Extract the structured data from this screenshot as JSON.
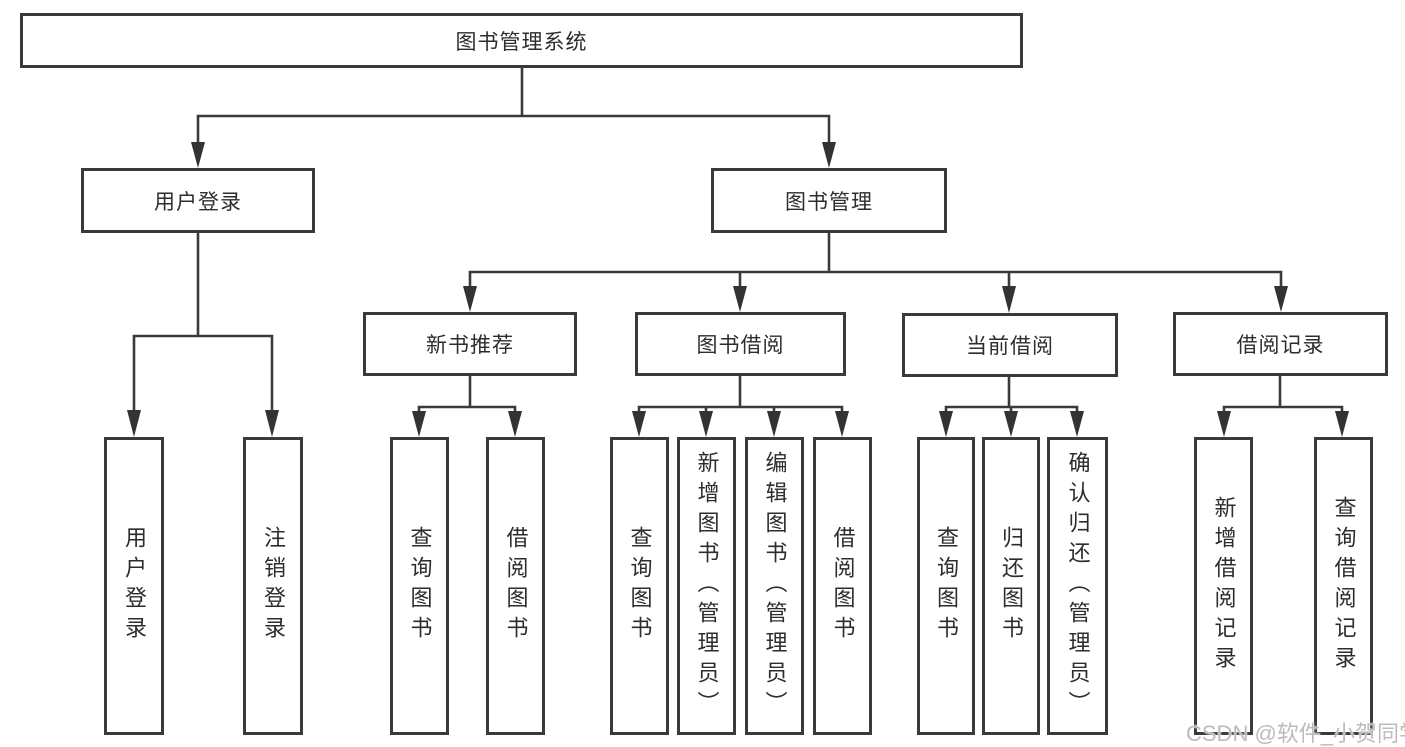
{
  "diagram": {
    "tree": {
      "label": "图书管理系统",
      "children": [
        {
          "label": "用户登录",
          "children": [
            {
              "label": "用户登录"
            },
            {
              "label": "注销登录"
            }
          ]
        },
        {
          "label": "图书管理",
          "children": [
            {
              "label": "新书推荐",
              "children": [
                {
                  "label": "查询图书"
                },
                {
                  "label": "借阅图书"
                }
              ]
            },
            {
              "label": "图书借阅",
              "children": [
                {
                  "label": "查询图书"
                },
                {
                  "label": "新增图书（管理员）"
                },
                {
                  "label": "编辑图书（管理员）"
                },
                {
                  "label": "借阅图书"
                }
              ]
            },
            {
              "label": "当前借阅",
              "children": [
                {
                  "label": "查询图书"
                },
                {
                  "label": "归还图书"
                },
                {
                  "label": "确认归还（管理员）"
                }
              ]
            },
            {
              "label": "借阅记录",
              "children": [
                {
                  "label": "新增借阅记录"
                },
                {
                  "label": "查询借阅记录"
                }
              ]
            }
          ]
        }
      ]
    },
    "colors": {
      "line": "#3a3a3a",
      "text": "#2d2d2d",
      "background": "#ffffff",
      "watermark_text": "#bcbcbc"
    }
  },
  "watermark": {
    "text": "CSDN @软件_小贺同学"
  }
}
